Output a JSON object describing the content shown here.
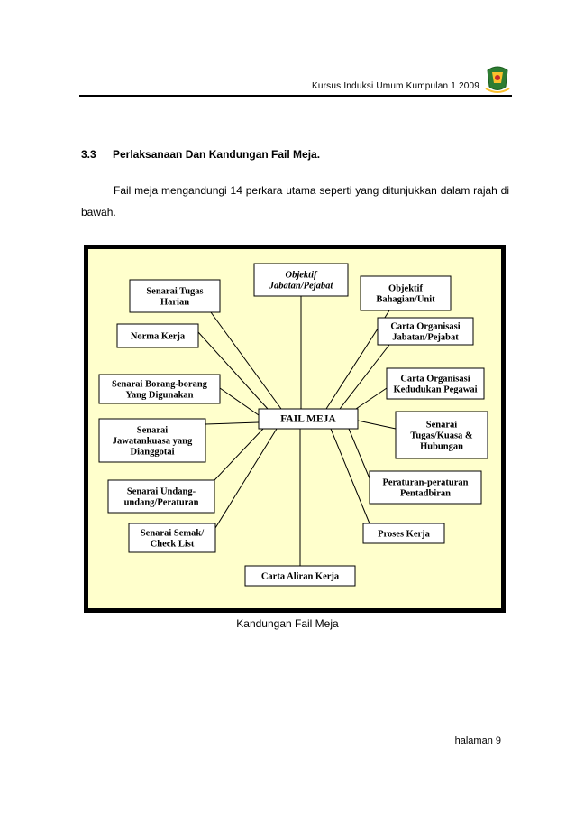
{
  "header": {
    "title": "Kursus Induksi Umum Kumpulan 1 2009"
  },
  "section": {
    "number": "3.3",
    "title": "Perlaksanaan Dan Kandungan Fail Meja."
  },
  "paragraph": "Fail meja mengandungi 14 perkara utama seperti yang ditunjukkan dalam rajah di bawah.",
  "diagram": {
    "center": "FAIL MEJA",
    "nodes": [
      {
        "id": "objektif-jabatan",
        "lines": [
          "Objektif",
          "Jabatan/Pejabat"
        ],
        "italic": true
      },
      {
        "id": "objektif-bahagian",
        "lines": [
          "Objektif",
          "Bahagian/Unit"
        ]
      },
      {
        "id": "carta-organisasi-jabatan",
        "lines": [
          "Carta Organisasi",
          "Jabatan/Pejabat"
        ]
      },
      {
        "id": "carta-organisasi-kedudukan",
        "lines": [
          "Carta Organisasi",
          "Kedudukan Pegawai"
        ]
      },
      {
        "id": "senarai-tugas-kuasa",
        "lines": [
          "Senarai",
          "Tugas/Kuasa &",
          "Hubungan"
        ]
      },
      {
        "id": "peraturan-pentadbiran",
        "lines": [
          "Peraturan-peraturan",
          "Pentadbiran"
        ]
      },
      {
        "id": "proses-kerja",
        "lines": [
          "Proses Kerja"
        ]
      },
      {
        "id": "carta-aliran-kerja",
        "lines": [
          "Carta Aliran Kerja"
        ]
      },
      {
        "id": "senarai-semak",
        "lines": [
          "Senarai Semak/",
          "Check List"
        ]
      },
      {
        "id": "senarai-undang",
        "lines": [
          "Senarai Undang-",
          "undang/Peraturan"
        ]
      },
      {
        "id": "senarai-jawatankuasa",
        "lines": [
          "Senarai",
          "Jawatankuasa yang",
          "Dianggotai"
        ]
      },
      {
        "id": "senarai-borang",
        "lines": [
          "Senarai Borang-borang",
          "Yang Digunakan"
        ]
      },
      {
        "id": "norma-kerja",
        "lines": [
          "Norma Kerja"
        ]
      },
      {
        "id": "senarai-tugas-harian",
        "lines": [
          "Senarai Tugas",
          "Harian"
        ]
      }
    ],
    "colors": {
      "background": "#ffffcc",
      "border": "#000000",
      "box": "#ffffff"
    }
  },
  "caption": "Kandungan Fail Meja",
  "page_number": "halaman  9"
}
